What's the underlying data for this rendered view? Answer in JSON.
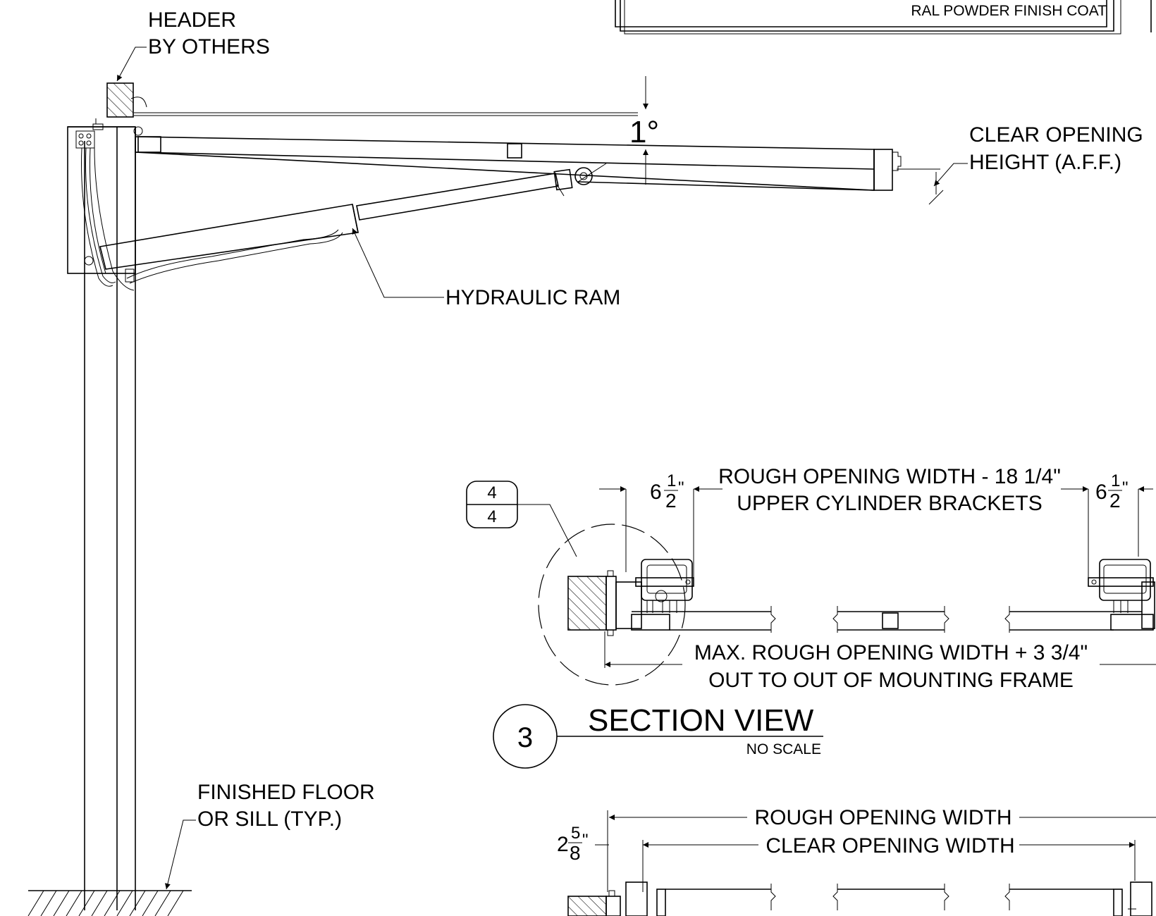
{
  "title_block": {
    "finish_coat": "RAL POWDER FINISH COAT"
  },
  "notes": {
    "header_line1": "HEADER",
    "header_line2": "BY OTHERS",
    "angle": "1°",
    "clear_opening_height_line1": "CLEAR OPENING",
    "clear_opening_height_line2": "HEIGHT (A.F.F.)",
    "hydraulic_ram": "HYDRAULIC RAM",
    "finished_floor_line1": "FINISHED FLOOR",
    "finished_floor_line2": "OR SILL (TYP.)"
  },
  "detail_callout": {
    "top": "4",
    "bottom": "4"
  },
  "section_plan": {
    "dim_left_whole": "6",
    "dim_left_num": "1",
    "dim_left_den": "2",
    "dim_left_inch": "\"",
    "dim_right_whole": "6",
    "dim_right_num": "1",
    "dim_right_den": "2",
    "dim_right_inch": "\"",
    "rough_opening_line1": "ROUGH OPENING WIDTH - 18 1/4\"",
    "rough_opening_line2": "UPPER CYLINDER BRACKETS",
    "max_rough_line1": "MAX. ROUGH OPENING WIDTH + 3 3/4\"",
    "max_rough_line2": "OUT TO OUT OF MOUNTING FRAME"
  },
  "section_title": {
    "number": "3",
    "name": "SECTION VIEW",
    "scale": "NO SCALE"
  },
  "bottom_plan": {
    "dim_whole": "2",
    "dim_num": "5",
    "dim_den": "8",
    "dim_inch": "\"",
    "rough_opening_width": "ROUGH OPENING WIDTH",
    "clear_opening_width": "CLEAR OPENING WIDTH"
  }
}
